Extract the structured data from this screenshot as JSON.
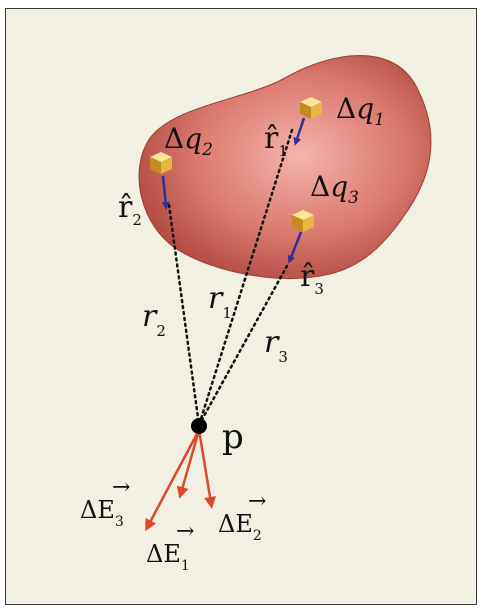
{
  "diagram": {
    "charges": [
      {
        "delta": "Δ",
        "symbol": "q",
        "subscript": "1",
        "unit_vector": "r̂",
        "uv_sub": "1",
        "distance": "r",
        "dist_sub": "1"
      },
      {
        "delta": "Δ",
        "symbol": "q",
        "subscript": "2",
        "unit_vector": "r̂",
        "uv_sub": "2",
        "distance": "r",
        "dist_sub": "2"
      },
      {
        "delta": "Δ",
        "symbol": "q",
        "subscript": "3",
        "unit_vector": "r̂",
        "uv_sub": "3",
        "distance": "r",
        "dist_sub": "3"
      }
    ],
    "point_label": "p",
    "fields": [
      {
        "delta": "ΔE",
        "subscript": "1",
        "arrow": "→"
      },
      {
        "delta": "ΔE",
        "subscript": "2",
        "arrow": "→"
      },
      {
        "delta": "ΔE",
        "subscript": "3",
        "arrow": "→"
      }
    ],
    "colors": {
      "background": "#f1f0e2",
      "blob_edge": "#b24a40",
      "blob_center": "#f4b3ad",
      "cube_top": "#f3d66c",
      "cube_side": "#c58b22",
      "unit_arrow": "#2f2f9c",
      "field_arrow": "#e0482a",
      "dotted_line": "#111111",
      "point": "#000000"
    }
  }
}
